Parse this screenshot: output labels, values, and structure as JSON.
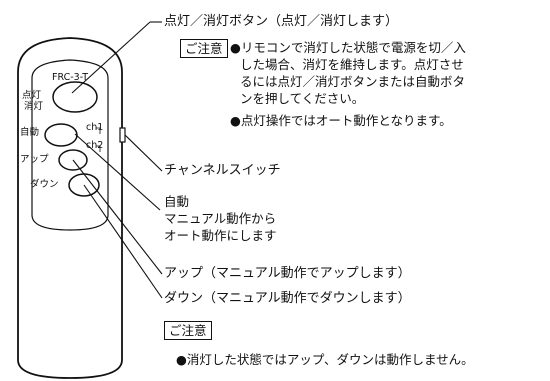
{
  "remote": {
    "model": "FRC-3-T",
    "labels": {
      "onoff_line1": "点灯",
      "onoff_line2": "消灯",
      "auto": "自動",
      "up": "アップ",
      "down": "ダウン",
      "channel_a": "ch1",
      "channel_b": "ch2"
    }
  },
  "callouts": {
    "onoff_title": "点灯／消灯ボタン（点灯／消灯します）",
    "notice_label": "ご注意",
    "notice1_lines": [
      "●リモコンで消灯した状態で電源を切／入",
      "した場合、消灯を維持します。点灯させ",
      "るには点灯／消灯ボタンまたは自動ボタ",
      "ンを押してください。"
    ],
    "notice1_bullet2": "●点灯操作ではオート動作となります。",
    "channel_switch": "チャンネルスイッチ",
    "auto_lines": [
      "自動",
      "マニュアル動作から",
      "オート動作にします"
    ],
    "up": "アップ（マニュアル動作でアップします）",
    "down": "ダウン（マニュアル動作でダウンします）",
    "notice2_label": "ご注意",
    "notice2_text": "●消灯した状態ではアップ、ダウンは動作しません。"
  }
}
